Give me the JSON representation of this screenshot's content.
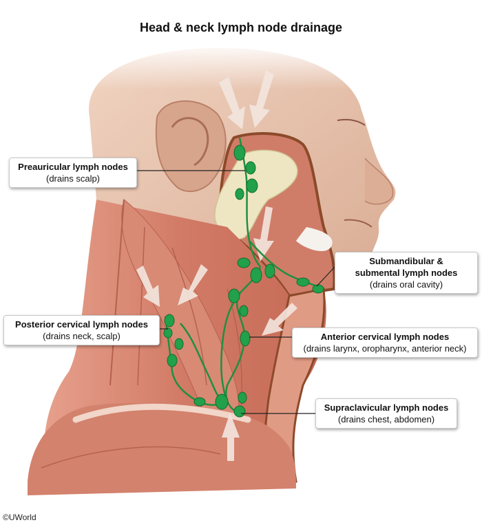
{
  "title": "Head & neck lymph node drainage",
  "credit": "©UWorld",
  "labels": {
    "preauricular": {
      "name": "Preauricular lymph nodes",
      "drains": "(drains scalp)"
    },
    "submandibular": {
      "name_line1": "Submandibular &",
      "name_line2": "submental lymph nodes",
      "drains": "(drains oral cavity)"
    },
    "posterior_cervical": {
      "name": "Posterior cervical lymph nodes",
      "drains": "(drains neck, scalp)"
    },
    "anterior_cervical": {
      "name": "Anterior cervical lymph nodes",
      "drains": "(drains larynx, oropharynx, anterior neck)"
    },
    "supraclavicular": {
      "name": "Supraclavicular lymph nodes",
      "drains": "(drains chest, abdomen)"
    }
  },
  "colors": {
    "skin": "#e3bfa6",
    "muscle": "#cf7d68",
    "muscle_dark": "#b5614f",
    "lymph": "#22a04a",
    "gland": "#eee6c2",
    "arrow": "#f3e6df"
  }
}
